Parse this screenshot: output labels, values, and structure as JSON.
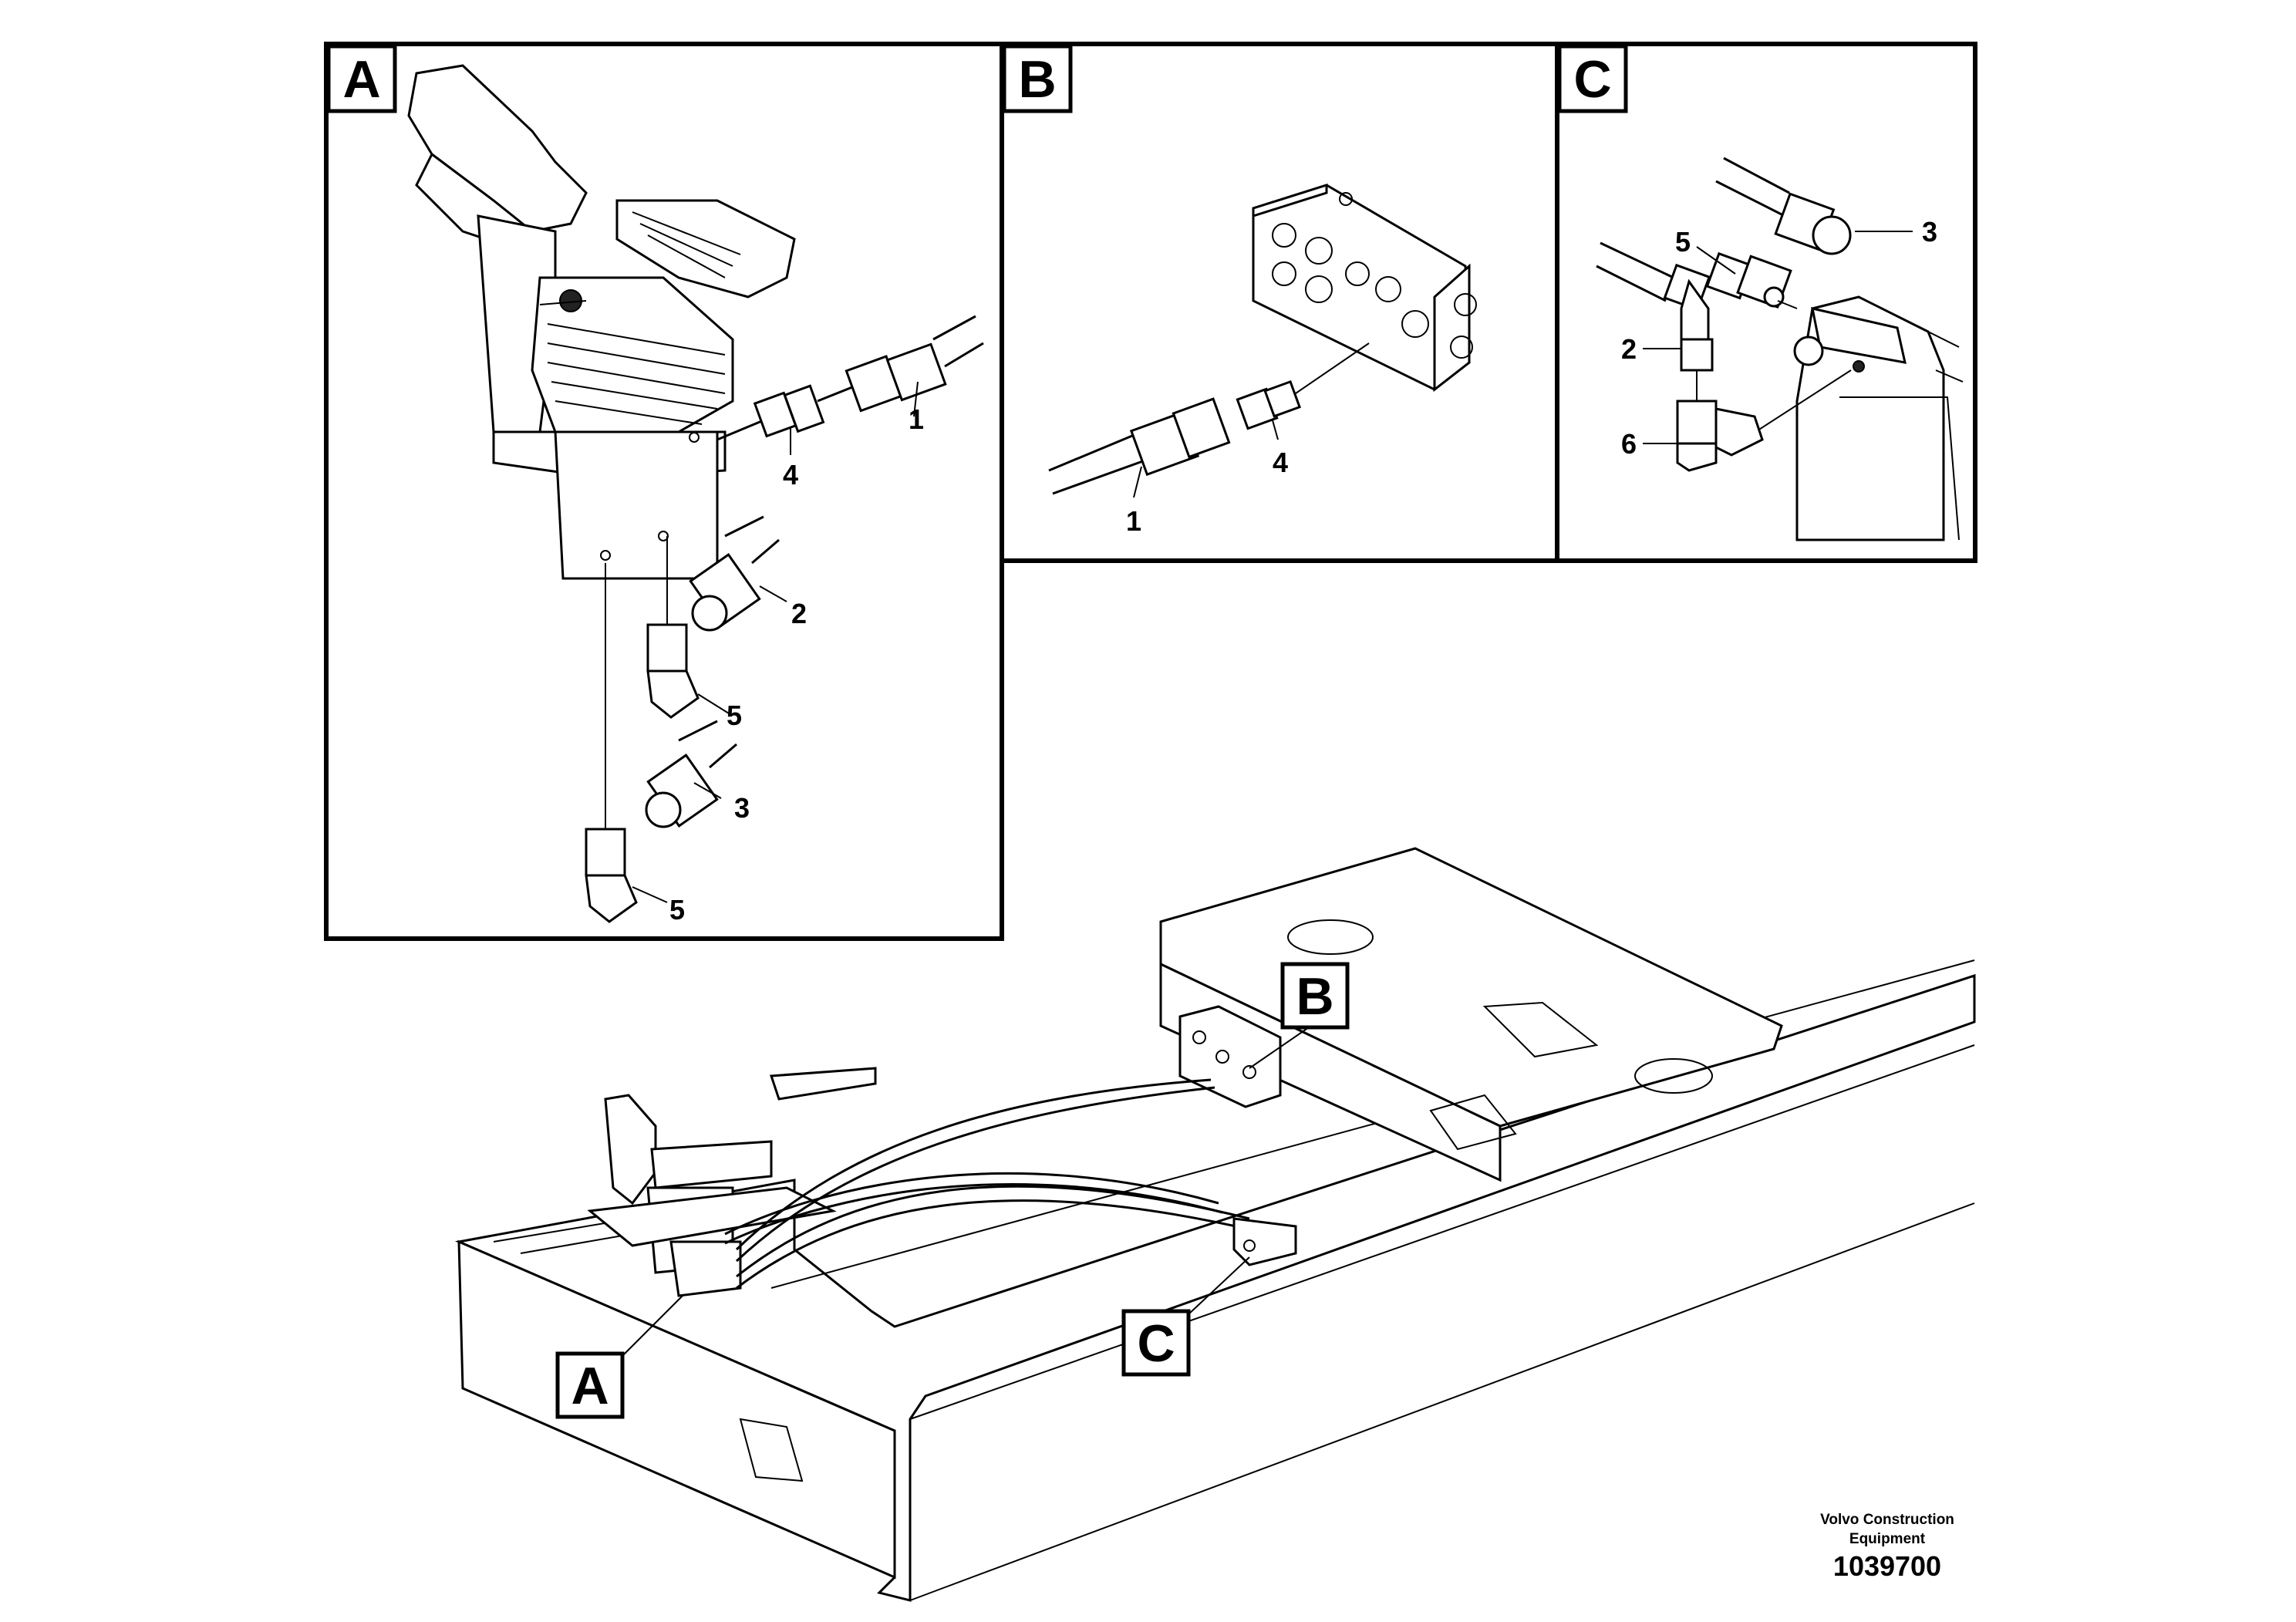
{
  "panels": [
    {
      "letter": "A"
    },
    {
      "letter": "B"
    },
    {
      "letter": "C"
    }
  ],
  "panel_a_callouts": [
    "1",
    "4",
    "2",
    "5",
    "3",
    "5"
  ],
  "panel_b_callouts": [
    "1",
    "4"
  ],
  "panel_c_callouts": [
    "3",
    "5",
    "2",
    "6"
  ],
  "overview_callouts": [
    "B",
    "A",
    "C"
  ],
  "credit": {
    "line1": "Volvo Construction",
    "line2": "Equipment"
  },
  "document_number": "1039700"
}
